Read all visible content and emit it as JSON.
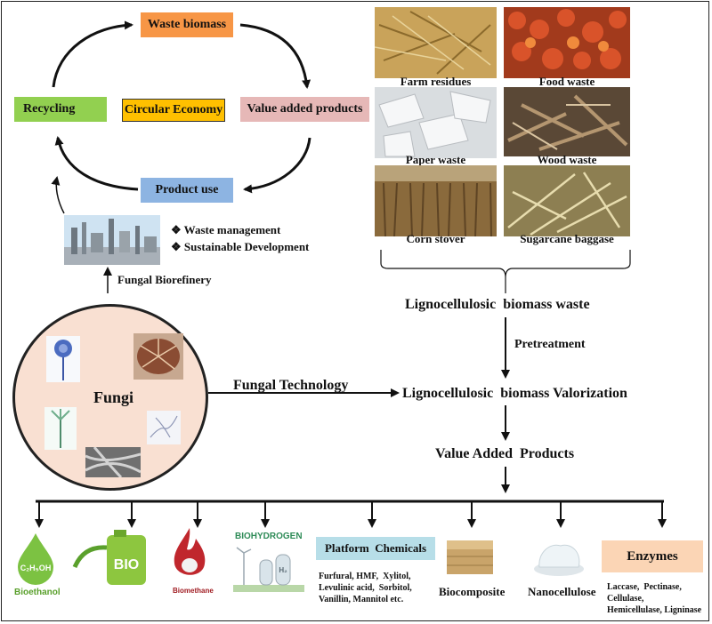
{
  "cycle": {
    "waste_biomass": "Waste biomass",
    "value_added_products": "Value added products",
    "product_use": "Product use",
    "recycling": "Recycling",
    "circular_economy": "Circular Economy"
  },
  "refinery": {
    "bullets": [
      "Waste management",
      "Sustainable Development"
    ],
    "fungal_biorefinery": "Fungal Biorefinery"
  },
  "waste_types": [
    "Farm residues",
    "Food waste",
    "Paper waste",
    "Wood waste",
    "Corn stover",
    "Sugarcane baggase"
  ],
  "flow": {
    "lignocellulosic_waste": "Lignocellulosic  biomass waste",
    "pretreatment": "Pretreatment",
    "valorization": "Lignocellulosic  biomass Valorization",
    "value_added": "Value Added  Products",
    "fungal_technology": "Fungal Technology",
    "fungi": "Fungi"
  },
  "products": {
    "bioethanol_formula": "C2H5OH",
    "bioethanol": "Bioethanol",
    "bio_label": "BIO",
    "biomethane": "Biomethane",
    "biohydrogen": "BIOHYDROGEN",
    "h2": "H2",
    "platform_chemicals": "Platform  Chemicals",
    "platform_list": [
      "Furfural, HMF,  Xylitol,",
      "Levulinic acid,  Sorbitol,",
      "Vanillin, Mannitol etc."
    ],
    "biocomposite": "Biocomposite",
    "nanocellulose": "Nanocellulose",
    "enzymes": "Enzymes",
    "enzymes_list": [
      "Laccase,  Pectinase,",
      "Cellulase,",
      "Hemicellulase, Ligninase"
    ]
  },
  "colors": {
    "orange": "#f79646",
    "pink": "#e6b8b7",
    "blue": "#8db4e2",
    "green": "#92d050",
    "yellow": "#ffc000",
    "platform_bg": "#b7dee8",
    "enzyme_bg": "#fbd5b5",
    "fungi_circle": "#f9e0d2"
  }
}
